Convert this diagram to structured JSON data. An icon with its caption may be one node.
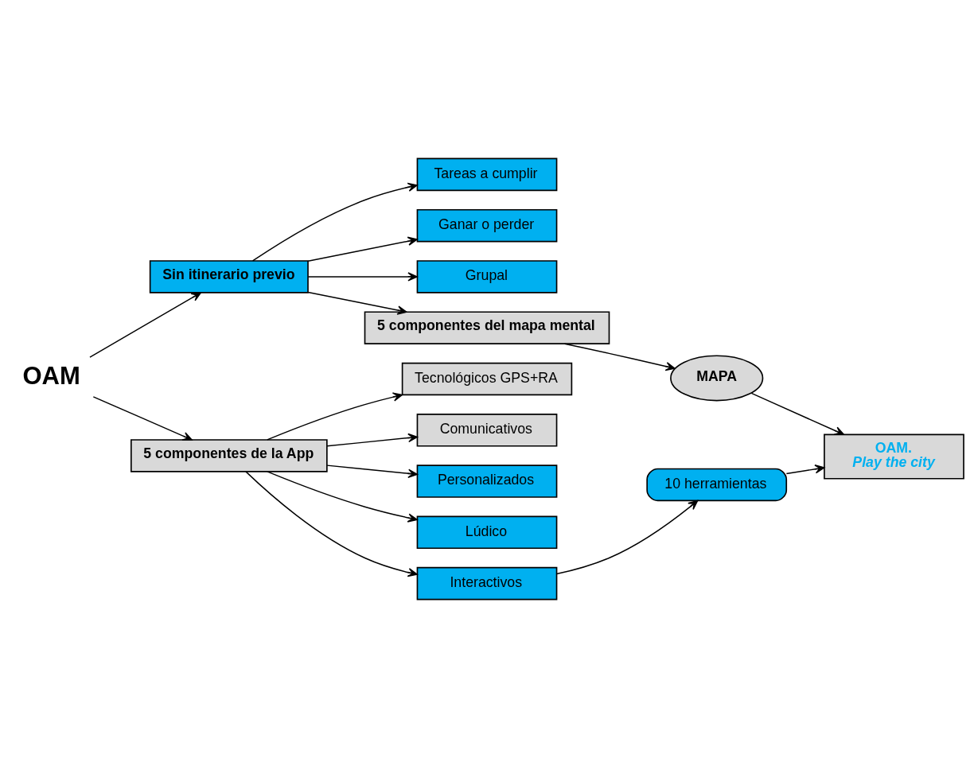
{
  "diagram": {
    "nodes": [
      {
        "text": [
          "OAM"
        ]
      },
      {
        "text": [
          "Sin itinerario previo"
        ]
      },
      {
        "text": [
          "Tareas a cumplir"
        ]
      },
      {
        "text": [
          "Ganar o perder"
        ]
      },
      {
        "text": [
          "Grupal"
        ]
      },
      {
        "text": [
          "5 componentes del mapa mental"
        ]
      },
      {
        "text": [
          "MAPA"
        ]
      },
      {
        "text": [
          "5 componentes de la App"
        ]
      },
      {
        "text": [
          "Tecnológicos GPS+RA"
        ]
      },
      {
        "text": [
          "Comunicativos"
        ]
      },
      {
        "text": [
          "Personalizados"
        ]
      },
      {
        "text": [
          "Lúdico"
        ]
      },
      {
        "text": [
          "Interactivos"
        ]
      },
      {
        "text": [
          "10 herramientas"
        ]
      },
      {
        "text": [
          "OAM.",
          "Play the city"
        ]
      }
    ],
    "edges": [
      {
        "from": 0,
        "to": 1,
        "arrow": "to"
      },
      {
        "from": 0,
        "to": 7,
        "arrow": "to"
      },
      {
        "from": 1,
        "to": 2,
        "arrow": "to"
      },
      {
        "from": 1,
        "to": 3,
        "arrow": "to"
      },
      {
        "from": 1,
        "to": 4,
        "arrow": "to"
      },
      {
        "from": 1,
        "to": 5,
        "arrow": "to"
      },
      {
        "from": 5,
        "to": 6,
        "arrow": "to"
      },
      {
        "from": 6,
        "to": 14,
        "arrow": "to"
      },
      {
        "from": 7,
        "to": 8,
        "arrow": "to"
      },
      {
        "from": 7,
        "to": 9,
        "arrow": "to"
      },
      {
        "from": 7,
        "to": 10,
        "arrow": "to"
      },
      {
        "from": 7,
        "to": 11,
        "arrow": "to"
      },
      {
        "from": 7,
        "to": 12,
        "arrow": "to"
      },
      {
        "from": 12,
        "to": 13,
        "arrow": "to"
      },
      {
        "from": 13,
        "to": 14,
        "arrow": "to"
      }
    ]
  }
}
